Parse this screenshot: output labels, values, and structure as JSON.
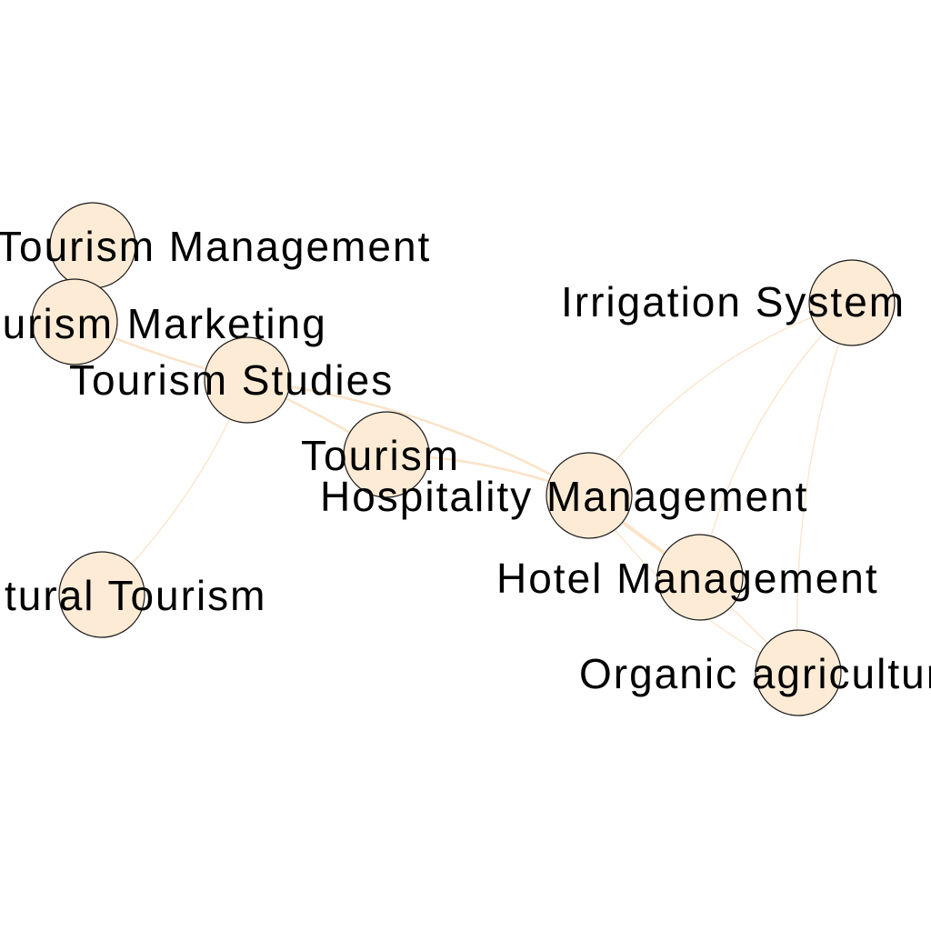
{
  "graph": {
    "colors": {
      "background": "#ffffff",
      "node_fill": "#fdebd5",
      "node_stroke": "#1a1a1a",
      "edge": "#fbe3c8",
      "label": "#000000"
    },
    "nodes": [
      {
        "id": "tourism-management",
        "label": "Tourism Management"
      },
      {
        "id": "tourism-marketing",
        "label": "Tourism Marketing"
      },
      {
        "id": "tourism-studies",
        "label": "Tourism Studies"
      },
      {
        "id": "tourism",
        "label": "Tourism"
      },
      {
        "id": "cultural-tourism",
        "label": "Cultural Tourism"
      },
      {
        "id": "hospitality-management",
        "label": "Hospitality Management"
      },
      {
        "id": "hotel-management",
        "label": "Hotel Management"
      },
      {
        "id": "irrigation-system",
        "label": "Irrigation System"
      },
      {
        "id": "organic-agriculture",
        "label": "Organic agriculture"
      }
    ],
    "edges": [
      {
        "source": "tourism-management",
        "target": "tourism-marketing",
        "weight": 1
      },
      {
        "source": "tourism-marketing",
        "target": "tourism-studies",
        "weight": 2
      },
      {
        "source": "tourism-studies",
        "target": "tourism",
        "weight": 2
      },
      {
        "source": "tourism-studies",
        "target": "hospitality-management",
        "weight": 2
      },
      {
        "source": "tourism-studies",
        "target": "cultural-tourism",
        "weight": 1
      },
      {
        "source": "tourism",
        "target": "hospitality-management",
        "weight": 2
      },
      {
        "source": "hospitality-management",
        "target": "hotel-management",
        "weight": 3
      },
      {
        "source": "hospitality-management",
        "target": "irrigation-system",
        "weight": 1
      },
      {
        "source": "hospitality-management",
        "target": "organic-agriculture",
        "weight": 1
      },
      {
        "source": "hotel-management",
        "target": "organic-agriculture",
        "weight": 1
      },
      {
        "source": "hotel-management",
        "target": "irrigation-system",
        "weight": 1
      },
      {
        "source": "irrigation-system",
        "target": "organic-agriculture",
        "weight": 1
      }
    ]
  }
}
